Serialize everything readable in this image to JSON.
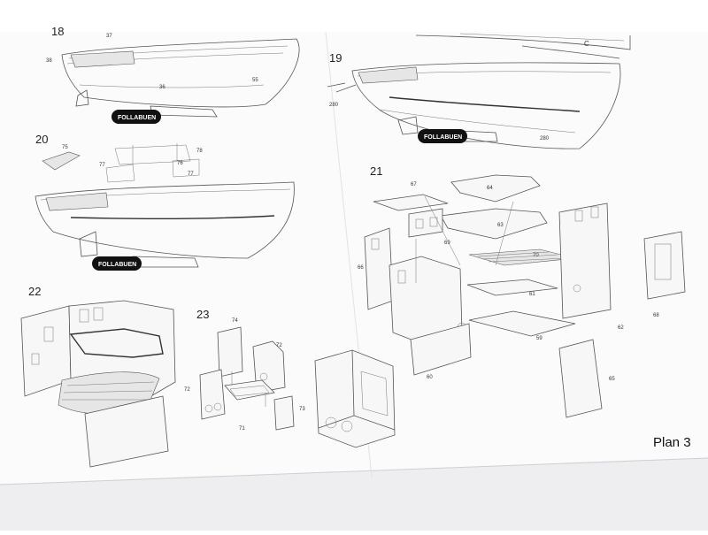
{
  "plan": {
    "title": "Plan 3"
  },
  "badge": {
    "text": "FOLLABUEN"
  },
  "steps": [
    {
      "number": "18",
      "parts": [
        "38",
        "37",
        "36",
        "55"
      ]
    },
    {
      "number": "19",
      "parts": [
        "C",
        "280",
        "280"
      ]
    },
    {
      "number": "20",
      "parts": [
        "75",
        "78",
        "77",
        "76",
        "77"
      ]
    },
    {
      "number": "21",
      "parts": [
        "67",
        "64",
        "63",
        "69",
        "66",
        "70",
        "61",
        "59",
        "60",
        "62",
        "68",
        "65"
      ]
    },
    {
      "number": "22",
      "parts": []
    },
    {
      "number": "23",
      "parts": [
        "74",
        "72",
        "72",
        "71",
        "73"
      ]
    }
  ]
}
